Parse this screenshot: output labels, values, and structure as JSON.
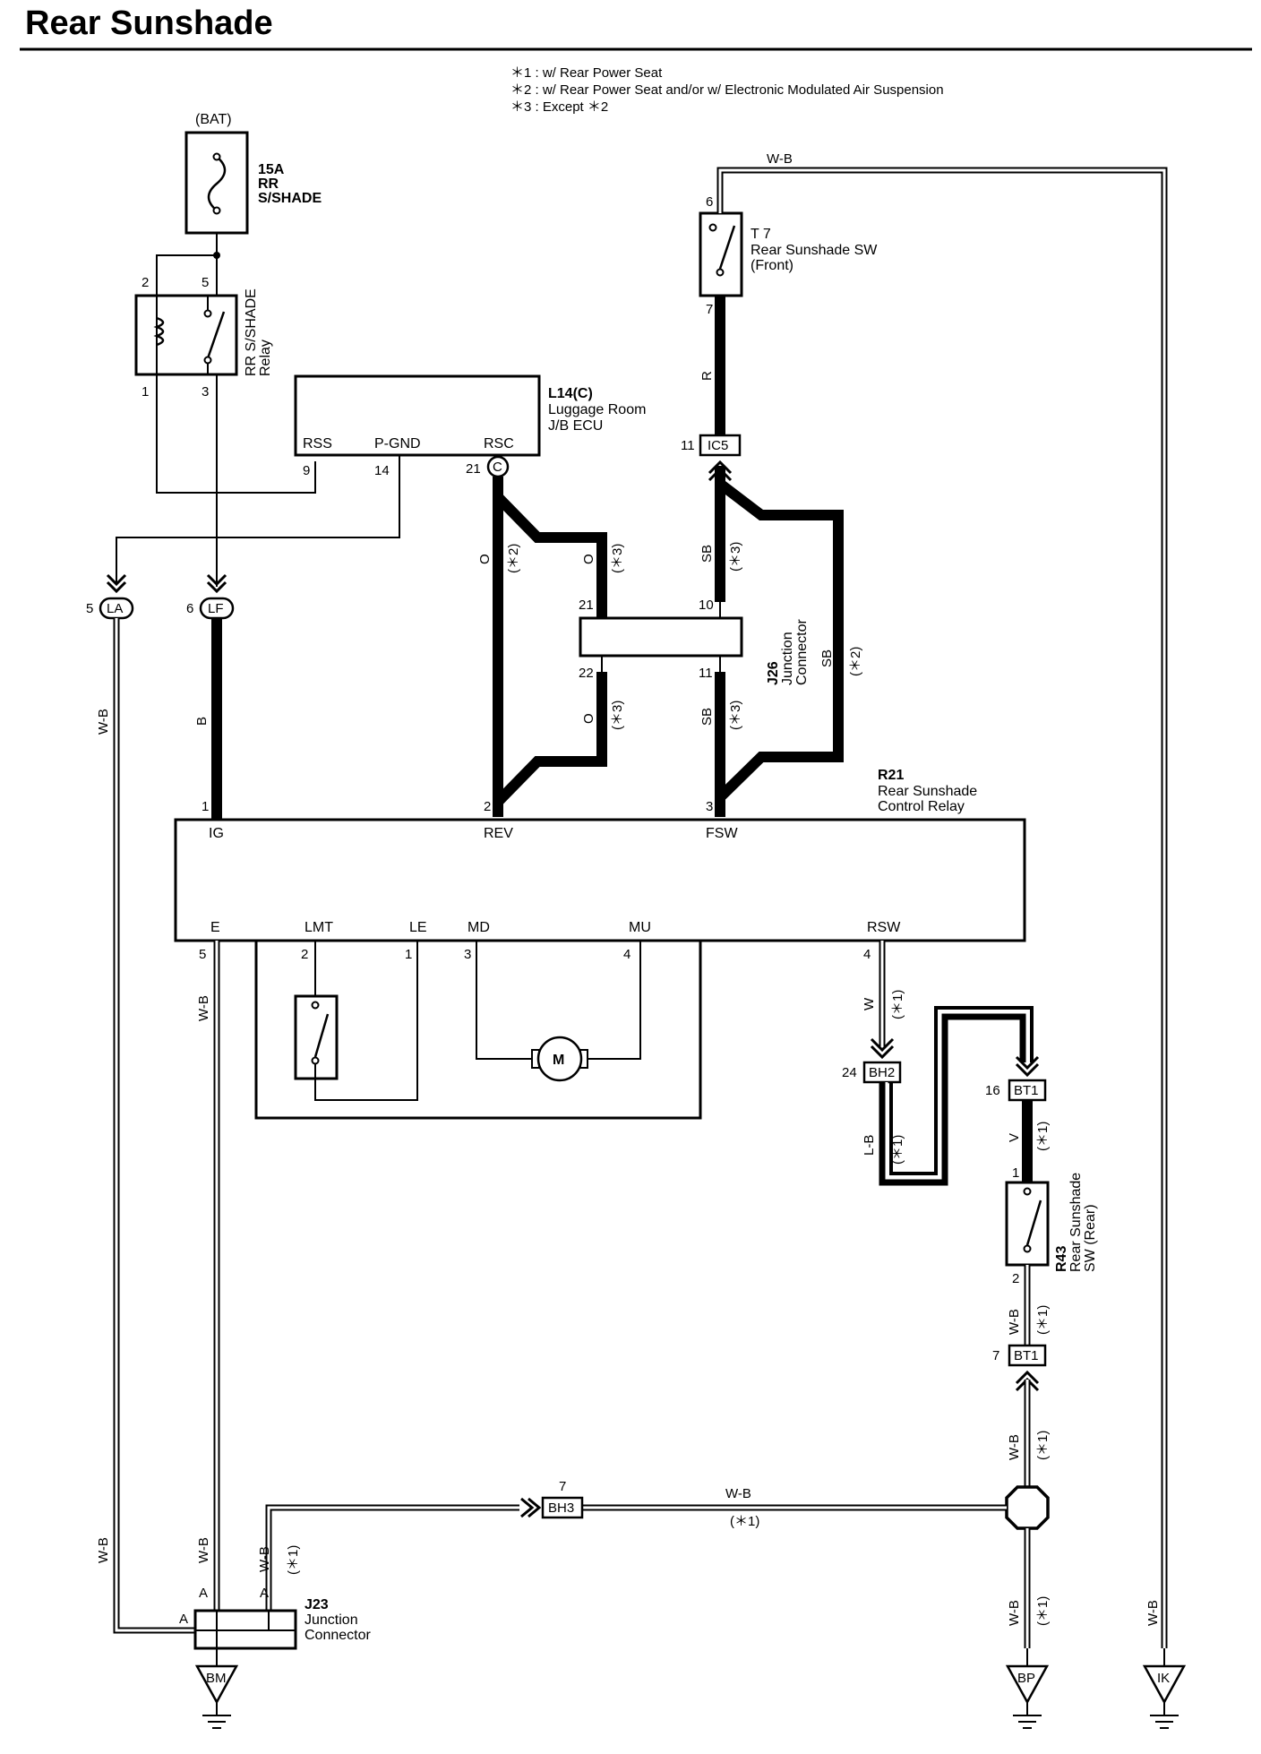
{
  "title": "Rear Sunshade",
  "notes": [
    "＊1 : w/ Rear Power Seat",
    "＊2 : w/ Rear Power Seat and/or w/ Electronic Modulated Air Suspension",
    "＊3 : Except ＊2"
  ],
  "fuse": {
    "source": "(BAT)",
    "amp": "15A",
    "name1": "RR",
    "name2": "S/SHADE"
  },
  "relay": {
    "label1": "RR S/SHADE",
    "label2": "Relay",
    "pins": [
      "2",
      "5",
      "1",
      "3"
    ]
  },
  "ecu": {
    "code": "L14(C)",
    "name1": "Luggage Room",
    "name2": "J/B ECU",
    "terms": [
      "RSS",
      "P-GND",
      "RSC"
    ],
    "pins": [
      "9",
      "14",
      "21"
    ],
    "conn": "C"
  },
  "switch_front": {
    "code": "T 7",
    "name1": "Rear Sunshade SW",
    "name2": "(Front)",
    "pin_top": "6",
    "pin_bot": "7"
  },
  "connectors": {
    "ic5": {
      "label": "IC5",
      "pin": "11"
    },
    "la": {
      "label": "LA",
      "pin": "5"
    },
    "lf": {
      "label": "LF",
      "pin": "6"
    },
    "bh2": {
      "label": "BH2",
      "pin": "24"
    },
    "bt1a": {
      "label": "BT1",
      "pin": "16"
    },
    "bt1b": {
      "label": "BT1",
      "pin": "7"
    },
    "bh3": {
      "label": "BH3",
      "pin": "7"
    }
  },
  "j26": {
    "code": "J26",
    "name1": "Junction",
    "name2": "Connector",
    "pins": [
      "21",
      "22",
      "10",
      "11"
    ]
  },
  "control_relay": {
    "code": "R21",
    "name1": "Rear Sunshade",
    "name2": "Control Relay",
    "top_terms": [
      "IG",
      "REV",
      "FSW"
    ],
    "top_pins": [
      "1",
      "2",
      "3"
    ],
    "bot_terms": [
      "E",
      "LMT",
      "LE",
      "MD",
      "MU",
      "RSW"
    ],
    "bot_pins": [
      "5",
      "2",
      "1",
      "3",
      "4",
      "4"
    ],
    "motor": "M"
  },
  "switch_rear": {
    "code": "R43",
    "name1": "Rear Sunshade",
    "name2": "SW (Rear)",
    "pin_top": "1",
    "pin_bot": "2"
  },
  "j23": {
    "code": "J23",
    "name1": "Junction",
    "name2": "Connector",
    "pin_a": "A"
  },
  "grounds": [
    "BM",
    "BP",
    "IK"
  ],
  "wires": {
    "wb": "W-B",
    "r": "R",
    "o": "O",
    "sb": "SB",
    "b": "B",
    "w": "W",
    "lb": "L-B",
    "v": "V",
    "n1": "(＊1)",
    "n2": "(＊2)",
    "n3": "(＊3)"
  }
}
